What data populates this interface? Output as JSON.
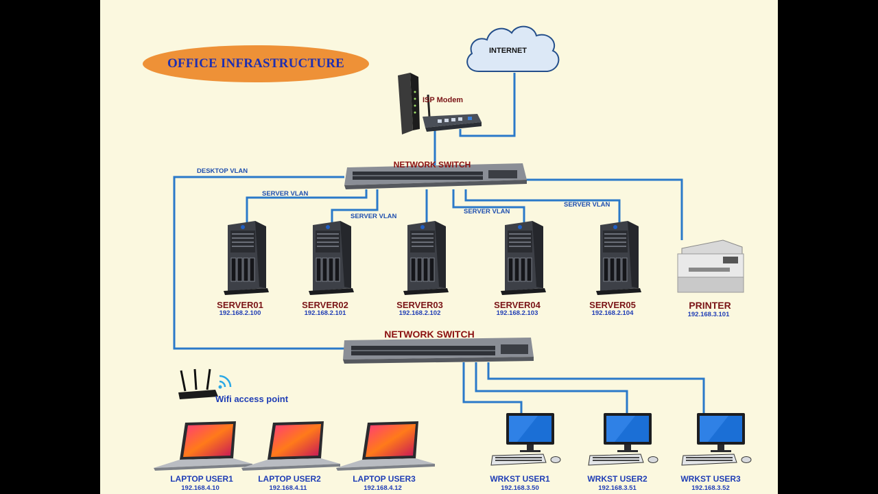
{
  "title": "OFFICE INFRASTRUCTURE",
  "internet": {
    "label": "INTERNET",
    "icon": "cloud-icon"
  },
  "isp_modem": {
    "label": "ISP Modem",
    "icon": "modem-icon"
  },
  "switches": [
    {
      "label": "NETWORK SWITCH"
    },
    {
      "label": "NETWORK SWITCH"
    }
  ],
  "vlans": {
    "desktop": "DESKTOP VLAN",
    "server1": "SERVER VLAN",
    "server2": "SERVER VLAN",
    "server3": "SERVER VLAN",
    "server4": "SERVER VLAN"
  },
  "servers": [
    {
      "name": "SERVER01",
      "ip": "192.168.2.100"
    },
    {
      "name": "SERVER02",
      "ip": "192.168.2.101"
    },
    {
      "name": "SERVER03",
      "ip": "192.168.2.102"
    },
    {
      "name": "SERVER04",
      "ip": "192.168.2.103"
    },
    {
      "name": "SERVER05",
      "ip": "192.168.2.104"
    }
  ],
  "printer": {
    "name": "PRINTER",
    "ip": "192.168.3.101"
  },
  "wifi": {
    "label": "Wifi access point"
  },
  "laptops": [
    {
      "name": "LAPTOP USER1",
      "ip": "192.168.4.10"
    },
    {
      "name": "LAPTOP USER2",
      "ip": "192.168.4.11"
    },
    {
      "name": "LAPTOP USER3",
      "ip": "192.168.4.12"
    }
  ],
  "workstations": [
    {
      "name": "WRKST USER1",
      "ip": "192.168.3.50"
    },
    {
      "name": "WRKST USER2",
      "ip": "192.168.3.51"
    },
    {
      "name": "WRKST USER3",
      "ip": "192.168.3.52"
    }
  ],
  "colors": {
    "background": "#fbf8df",
    "cable": "#2a79c9",
    "title_pill": "#ee9137",
    "title_text": "#1f2fb0",
    "device_label": "#7a1416",
    "ip_text": "#1f3db5"
  }
}
